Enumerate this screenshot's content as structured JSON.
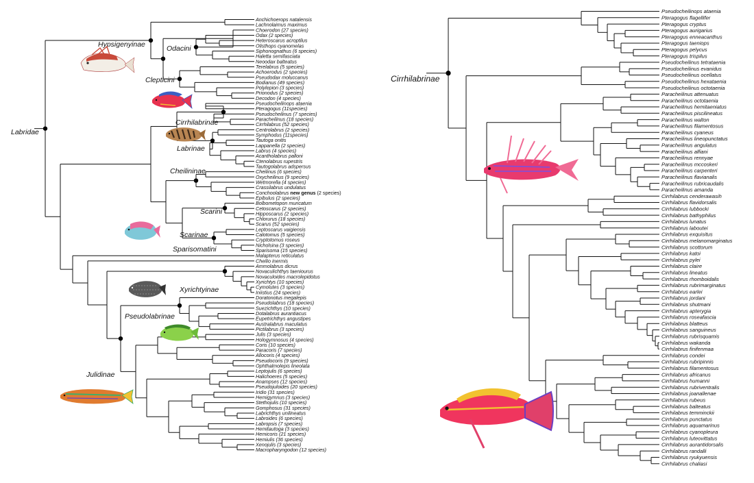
{
  "left_tree": {
    "root_label": "Labridae",
    "clades": {
      "hypsigenyinae": "Hypsigenyinae",
      "odacini": "Odacini",
      "clepticini": "Clepticini",
      "cirrhilabrinae": "Cirrhilabrinae",
      "labrinae": "Labrinae",
      "cheilininae": "Cheilininae",
      "scarini": "Scarini",
      "scarinae": "Scarinae",
      "sparisomatini": "Sparisomatini",
      "xyrichtyinae": "Xyrichtyinae",
      "pseudolabrinae": "Pseudolabrinae",
      "julidinae": "Julidinae"
    },
    "taxa": [
      {
        "name": "Anchichoerops natalensis"
      },
      {
        "name": "Lachnolaimus maximus"
      },
      {
        "name": "Choerodon (27 species)"
      },
      {
        "name": "Odax (2 species)"
      },
      {
        "name": "Heteroscarus acroptilus"
      },
      {
        "name": "Olisthops cyanomelas"
      },
      {
        "name": "Siphonognathus (6 species)"
      },
      {
        "name": "Haletta semifasciata"
      },
      {
        "name": "Neoodax balteatus"
      },
      {
        "name": "Terelabrus (5 species)"
      },
      {
        "name": "Achoerodus (2 species)"
      },
      {
        "name": "Pseudodax moluccanus"
      },
      {
        "name": "Bodianus (49 species)"
      },
      {
        "name": "Polylepion (3 species)"
      },
      {
        "name": "Prionodus (2 species)"
      },
      {
        "name": "Decodon (4 species)"
      },
      {
        "name": "Pseudocheilinops ataenia"
      },
      {
        "name": "Pteragogus (11species)"
      },
      {
        "name": "Pseudocheilinus (7 species)"
      },
      {
        "name": "Paracheilinus (18 species)"
      },
      {
        "name": "Cirrhilabrus (52 species)"
      },
      {
        "name": "Centrolabrus (2 species)"
      },
      {
        "name": "Symphodus (11species)"
      },
      {
        "name": "Tautoga onitis"
      },
      {
        "name": "Lappanella (2 species)"
      },
      {
        "name": "Labrus (4 species)"
      },
      {
        "name": "Acantholabrus palloni"
      },
      {
        "name": "Ctenolabrus rupestris"
      },
      {
        "name": "Tautogolabrus adspersus"
      },
      {
        "name": "Cheilinus (6 species)"
      },
      {
        "name": "Oxycheilinus (9 species)"
      },
      {
        "name": "Wetmorella (4 species)"
      },
      {
        "name": "Crassilabrus undulatus"
      },
      {
        "name": "Conchoolabrus",
        "bold": "new genus",
        "tail": "(2 species)"
      },
      {
        "name": "Epibulus (2 species)"
      },
      {
        "name": "Bolbometopon muricatum"
      },
      {
        "name": "Cetoscarus (2 species)"
      },
      {
        "name": "Hipposcarus (2 species)"
      },
      {
        "name": "Chlorurus (18 species)"
      },
      {
        "name": "Scarus (52 species)"
      },
      {
        "name": "Leptoscarus vaigiensis"
      },
      {
        "name": "Calotomus (5 species)"
      },
      {
        "name": "Cryptotomus roseus"
      },
      {
        "name": "Nicholsina (3 species)"
      },
      {
        "name": "Sparisoma (15 species)"
      },
      {
        "name": "Malapterus reticulatus"
      },
      {
        "name": "Cheilio inermis"
      },
      {
        "name": "Ammolabrus dicrus"
      },
      {
        "name": "Novaculichthys taeniourus"
      },
      {
        "name": "Novaculoides macrolepidotus"
      },
      {
        "name": "Xyrichtys (10 species)"
      },
      {
        "name": "Cymolutes (3 species)"
      },
      {
        "name": "Iniistius (24 species)"
      },
      {
        "name": "Doratonotus megalepis"
      },
      {
        "name": "Pseudolabrus (18 species)"
      },
      {
        "name": "Suezichthys (10 species)"
      },
      {
        "name": "Dotalabrus aurantiacus"
      },
      {
        "name": "Eupetrichthys angustipes"
      },
      {
        "name": "Australabrus maculatus"
      },
      {
        "name": "Pictilabrus (3 species)"
      },
      {
        "name": "Julis (3 species)"
      },
      {
        "name": "Hologymnosus (4 species)"
      },
      {
        "name": "Coris (10 species)"
      },
      {
        "name": "Paracoris (7 species)"
      },
      {
        "name": "Allocoris (4 species)"
      },
      {
        "name": "Pseudocoris (9 species)"
      },
      {
        "name": "Ophthalmolepis lineolata"
      },
      {
        "name": "Leptojulis (6 species)"
      },
      {
        "name": "Halichoeres (5 species)"
      },
      {
        "name": "Anampses (12 species)"
      },
      {
        "name": "Pseudojuloides (20 species)"
      },
      {
        "name": "Iridio (31 species)"
      },
      {
        "name": "Hemigymnus (3 species)"
      },
      {
        "name": "Stethojulis (10 species)"
      },
      {
        "name": "Gomphosus (31 species)"
      },
      {
        "name": "Labrichthys unilineatus"
      },
      {
        "name": "Labroides (6 species)"
      },
      {
        "name": "Labropsis (7 species)"
      },
      {
        "name": "Hemitautoga (3 species)"
      },
      {
        "name": "Hemicoris (21 species)"
      },
      {
        "name": "Hemiulis (36 species)"
      },
      {
        "name": "Xenojulis (3 species)"
      },
      {
        "name": "Macropharyngodon (12 species)"
      }
    ]
  },
  "right_tree": {
    "root_label": "Cirrhilabrinae",
    "taxa": [
      "Pseudocheilinops ataenia",
      "Pteragogus flagellifer",
      "Pteragogus cryptus",
      "Pteragogus aurigarius",
      "Pteragogus enneacanthus",
      "Pteragogus taeniops",
      "Pteragogus pelycus",
      "Pteragogus trispilus",
      "Pseudocheilinus tetrataenia",
      "Pseudocheilinus evanidus",
      "Pseudocheilinus ocellatus",
      "Pseudocheilinus hexataenia",
      "Pseudocheilinus octotaenia",
      "Paracheilinus attenuatus",
      "Paracheilinus octotaenia",
      "Paracheilinus hemitaeniatus",
      "Paracheilinus piscilineatus",
      "Paracheilinus walton",
      "Paracheilinus filamentosus",
      "Paracheilinus cyaneus",
      "Paracheilinus lineopunctatus",
      "Paracheilinus angulatus",
      "Paracheilinus alfiani",
      "Paracheilinus rennyae",
      "Paracheilinus mccoskeri",
      "Paracheilinus carpenteri",
      "Paracheilinus flavianalis",
      "Paracheilinus rubricaudalis",
      "Paracheilinus amanda",
      "Cirrhilabrus cenderawasih",
      "Cirrhilabrus flavidorsalis",
      "Cirrhilabrus lubbocki",
      "Cirrhilabrus bathyphilus",
      "Cirrhilabrus lunatus",
      "Cirrhilabrus laboutei",
      "Cirrhilabrus exquisitus",
      "Cirrhilabrus melanomarginatus",
      "Cirrhilabrus scottorum",
      "Cirrhilabrus katoi",
      "Cirrhilabrus pylei",
      "Cirrhilabrus claire",
      "Cirrhilabrus lineatus",
      "Cirrhilabrus rhomboidalis",
      "Cirrhilabrus rubrimarginatus",
      "Cirrhilabrus earlei",
      "Cirrhilabrus jordani",
      "Cirrhilabrus shutmani",
      "Cirrhilabrus apterygia",
      "Cirrhilabrus roseafascia",
      "Cirrhilabrus blatteus",
      "Cirrhilabrus sanguineus",
      "Cirrhilabrus rubrisquamis",
      "Cirrhilabrus wakanda",
      "Cirrhilabrus finifenmaa",
      "Cirrhilabrus condei",
      "Cirrhilabrus rubripinnis",
      "Cirrhilabrus filamentosus",
      "Cirrhilabrus africanus",
      "Cirrhilabrus humanni",
      "Cirrhilabrus rubriventralis",
      "Cirrhilabrus joanallenae",
      "Cirrhilabrus rubeus",
      "Cirrhilabrus balteatus",
      "Cirrhilabrus temminckii",
      "Cirrhilabrus punctatus",
      "Cirrhilabrus aquamarinus",
      "Cirrhilabrus cyanopleura",
      "Cirrhilabrus luteovittatus",
      "Cirrhilabrus aurantidorsalis",
      "Cirrhilabrus randalli",
      "Cirrhilabrus ryukyuensis",
      "Cirrhilabrus chaliasi"
    ]
  },
  "fish_illustrations": [
    {
      "icon": "hogfish-illustration",
      "colors": [
        "#f4f0ea",
        "#c0392b"
      ]
    },
    {
      "icon": "fairy-wrasse-illustration",
      "colors": [
        "#e8324f",
        "#3b5fc2"
      ]
    },
    {
      "icon": "labrus-illustration",
      "colors": [
        "#9b6b3a",
        "#3d2a1a"
      ]
    },
    {
      "icon": "parrotfish-illustration",
      "colors": [
        "#7fc8d8",
        "#e96b9c"
      ]
    },
    {
      "icon": "razorfish-illustration",
      "colors": [
        "#5a5a5a",
        "#222222"
      ]
    },
    {
      "icon": "green-wrasse-illustration",
      "colors": [
        "#8bd14a",
        "#3f8a2a"
      ]
    },
    {
      "icon": "julidine-wrasse-illustration",
      "colors": [
        "#e07b2f",
        "#3fae6a"
      ]
    },
    {
      "icon": "flasher-wrasse-illustration",
      "colors": [
        "#e83a6e",
        "#6a3fc2"
      ]
    },
    {
      "icon": "cirrhilabrus-illustration",
      "colors": [
        "#f0355e",
        "#f2c230"
      ]
    }
  ]
}
